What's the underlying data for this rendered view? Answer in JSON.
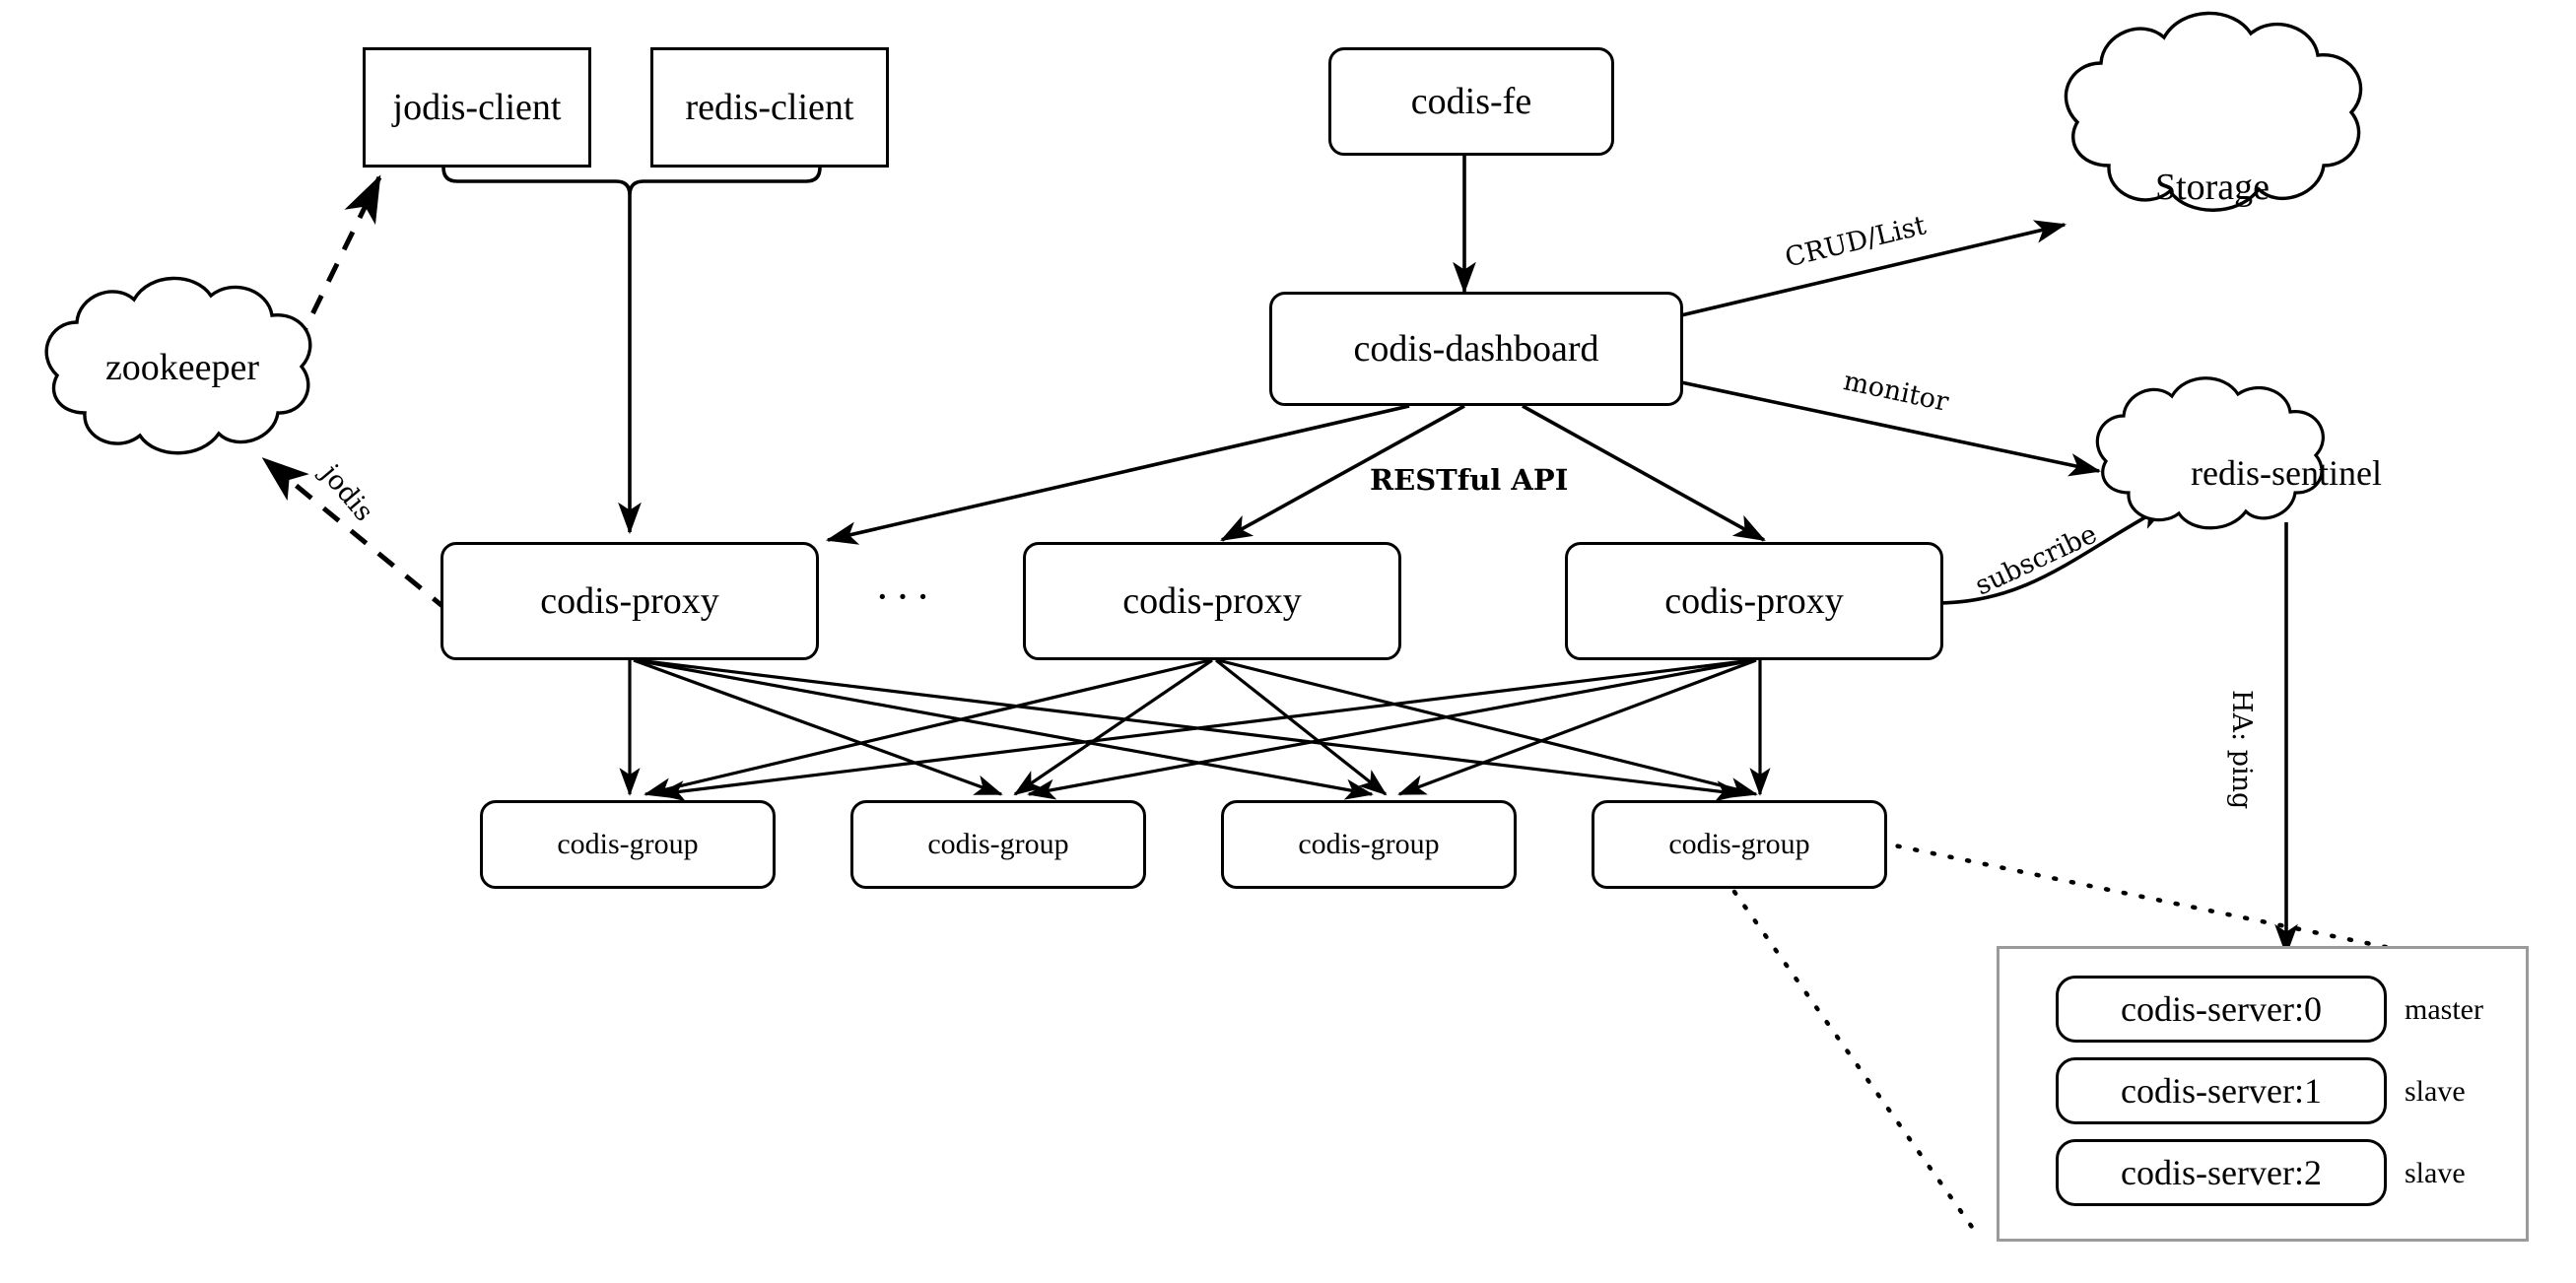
{
  "diagram": {
    "title": "Codis architecture diagram",
    "background": "#ffffff",
    "stroke": "#000000",
    "panel_border": "#9a9a9a"
  },
  "nodes": {
    "jodis_client": {
      "label": "jodis-client",
      "shape": "rectangle"
    },
    "redis_client": {
      "label": "redis-client",
      "shape": "rectangle"
    },
    "codis_fe": {
      "label": "codis-fe",
      "shape": "rounded-rectangle"
    },
    "codis_dashboard": {
      "label": "codis-dashboard",
      "shape": "rounded-rectangle"
    },
    "zookeeper": {
      "label": "zookeeper",
      "shape": "cloud"
    },
    "storage": {
      "label": "Storage",
      "shape": "cloud"
    },
    "redis_sentinel": {
      "label": "redis-sentinel",
      "shape": "cloud"
    }
  },
  "proxies": [
    {
      "label": "codis-proxy"
    },
    {
      "label": "codis-proxy"
    },
    {
      "label": "codis-proxy"
    }
  ],
  "proxy_ellipsis": "···",
  "groups": [
    {
      "label": "codis-group"
    },
    {
      "label": "codis-group"
    },
    {
      "label": "codis-group"
    },
    {
      "label": "codis-group"
    }
  ],
  "servers": [
    {
      "label": "codis-server:0",
      "role": "master"
    },
    {
      "label": "codis-server:1",
      "role": "slave"
    },
    {
      "label": "codis-server:2",
      "role": "slave"
    }
  ],
  "edge_labels": {
    "crud_list": "CRUD/List",
    "monitor": "monitor",
    "restful_api": "RESTful API",
    "subscribe": "subscribe",
    "jodis": "jodis",
    "ha_ping": "HA: ping"
  }
}
